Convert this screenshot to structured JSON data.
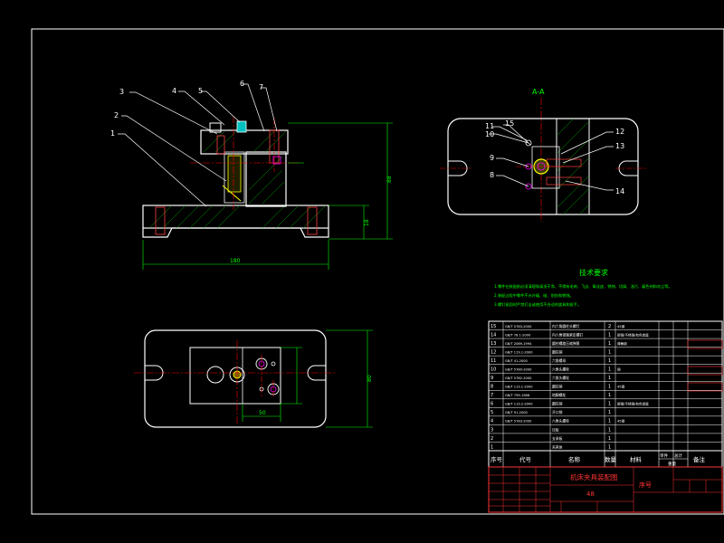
{
  "colors": {
    "background": "#000000",
    "outline": "#ffffff",
    "dimension": "#00ff00",
    "centerline": "#ff0000",
    "hidden": "#ff4040",
    "hatch": "#00a000",
    "balloon_text": "#ffffff",
    "notes": "#00ff00",
    "bom_text": "#ffffff",
    "title": "#ff3333",
    "accent_yellow": "#ffff00",
    "accent_magenta": "#ff00ff",
    "accent_cyan": "#00ffff"
  },
  "front_view": {
    "balloons": [
      "1",
      "2",
      "3",
      "4",
      "5",
      "6",
      "7"
    ],
    "dim_width": "180",
    "dim_height_total": "88",
    "dim_height_base": "18"
  },
  "section_view": {
    "title": "A-A",
    "balloons": [
      "11",
      "15",
      "10",
      "12",
      "13",
      "9",
      "8",
      "14"
    ]
  },
  "top_view": {
    "dim_bottom": "50",
    "dim_right": "80"
  },
  "notes": {
    "heading": "技术要求",
    "lines": [
      "1.零件在装配前必须清理和清洗干净，不得有毛刺、飞边、氧化皮、锈蚀、切屑、油污、着色剂和灰尘等。",
      "2.装配过程中零件不允许磕、碰、划伤和锈蚀。",
      "3.螺钉紧固时严禁打击或使用不合适的旋具和扳手。"
    ]
  },
  "bom": {
    "header": [
      "序号",
      "代号",
      "名称",
      "数量",
      "材料",
      "单件",
      "总计",
      "备注"
    ],
    "weight_label": "重量",
    "rows": [
      [
        "15",
        "GB/T 5783-2000",
        "内六角圆柱头螺钉",
        "2",
        "45钢",
        "",
        ""
      ],
      [
        "14",
        "GB/T 78 1-2000",
        "内六角锥端紧定螺钉",
        "1",
        "碳钢/不锈钢/有色金属",
        "",
        ""
      ],
      [
        "13",
        "GB/T 2089-1994",
        "圆柱螺旋压缩弹簧",
        "1",
        "弹簧钢",
        "",
        ""
      ],
      [
        "12",
        "GB/T 119.1-2000",
        "圆柱销",
        "1",
        "",
        "",
        ""
      ],
      [
        "11",
        "GB/T 41-2000",
        "六角螺母",
        "1",
        "",
        "",
        ""
      ],
      [
        "10",
        "GB/T 5780-2000",
        "六角头螺栓",
        "1",
        "钢",
        "",
        ""
      ],
      [
        "9",
        "GB/T 5782-2000",
        "六角头螺栓",
        "1",
        "",
        "",
        ""
      ],
      [
        "8",
        "GB/T 119.1-2000",
        "圆柱销",
        "1",
        "45钢",
        "",
        ""
      ],
      [
        "7",
        "GB/T 799-1988",
        "地脚螺栓",
        "1",
        "",
        "",
        ""
      ],
      [
        "6",
        "GB/T 119.2-2000",
        "圆柱销",
        "1",
        "碳钢/不锈钢/有色金属",
        "",
        ""
      ],
      [
        "5",
        "GB/T 91-2000",
        "开口销",
        "1",
        "",
        "",
        ""
      ],
      [
        "4",
        "GB/T 5783-2000",
        "六角头螺栓",
        "1",
        "45钢",
        "",
        ""
      ],
      [
        "3",
        "",
        "压板",
        "1",
        "",
        "",
        ""
      ],
      [
        "2",
        "",
        "支承板",
        "1",
        "",
        "",
        ""
      ],
      [
        "1",
        "",
        "夹具体",
        "1",
        "",
        "",
        ""
      ]
    ]
  },
  "title_block": {
    "drawing_title": "机床夹具装配图",
    "scale": "48",
    "no_label": "序号"
  }
}
